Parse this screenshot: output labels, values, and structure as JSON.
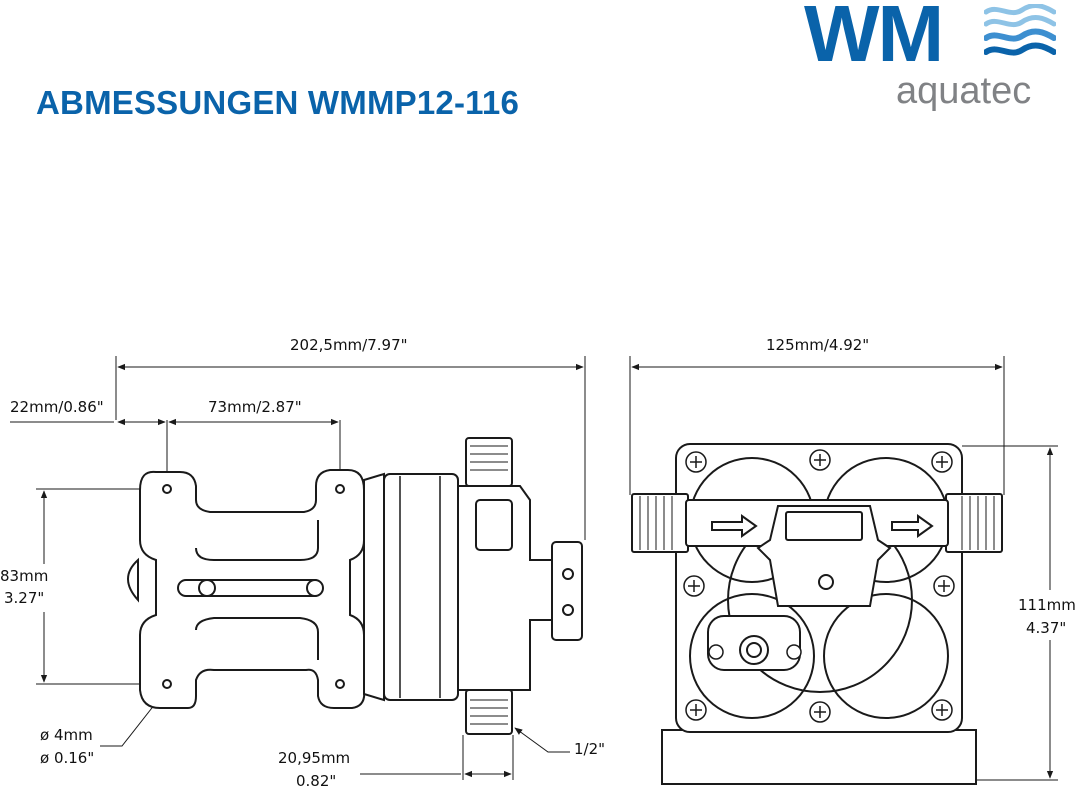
{
  "title": "ABMESSUNGEN WMMP12-116",
  "logo": {
    "mark": "WM",
    "sub": "aquatec",
    "wave_icon": "water-waves-icon"
  },
  "colors": {
    "brand_blue": "#0a63aa",
    "logo_gray": "#808285",
    "wave_light": "#8ec3e6",
    "line": "#1a1a1a"
  },
  "dimensions": {
    "overall_length": "202,5mm/7.97\"",
    "front_width": "125mm/4.92\"",
    "mount_offset": "22mm/0.86\"",
    "hole_spacing": "73mm/2.87\"",
    "hole_height_mm": "83mm",
    "hole_height_in": "3.27\"",
    "hole_dia_mm": "ø 4mm",
    "hole_dia_in": "ø 0.16\"",
    "port_width_mm": "20,95mm",
    "port_width_in": "0.82\"",
    "thread": "1/2\"",
    "height_mm": "111mm",
    "height_in": "4.37\""
  }
}
